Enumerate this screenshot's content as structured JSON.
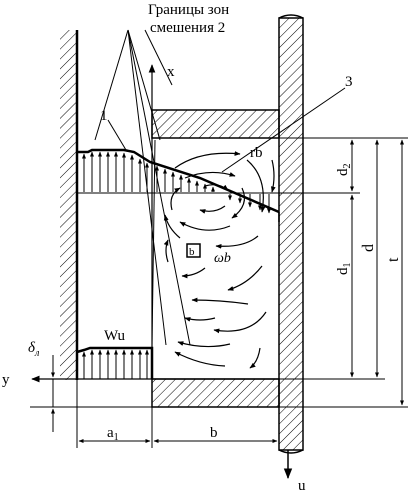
{
  "diagram": {
    "title_lines": [
      "Границы зон",
      "смешения 2"
    ],
    "labels": {
      "x_axis": "x",
      "y_axis": "y",
      "u": "u",
      "one": "1",
      "three": "3",
      "rb": "rb",
      "omega_b": "ωb",
      "wu": "Wu",
      "delta": "δ",
      "delta_sub": "л",
      "a1": "a",
      "a1_sub": "1",
      "b": "b",
      "d2": "d",
      "d2_sub": "2",
      "d1": "d",
      "d1_sub": "1",
      "d": "d",
      "t": "t",
      "box_b": "b"
    }
  }
}
